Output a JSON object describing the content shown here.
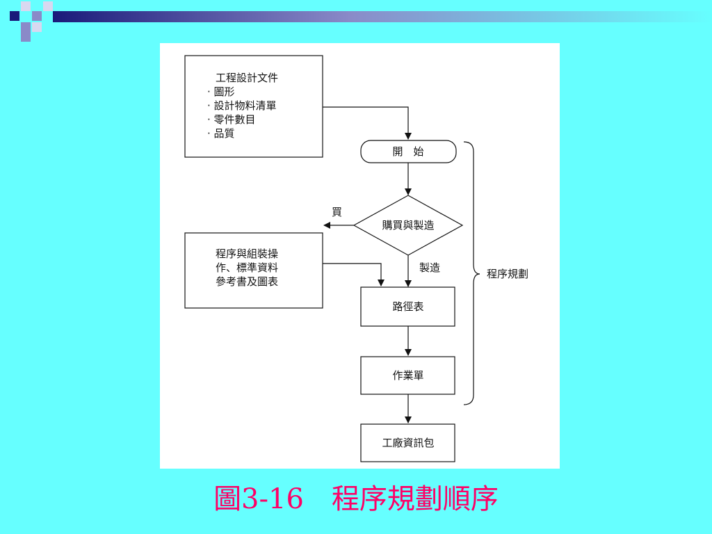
{
  "colors": {
    "background": "#66FFFF",
    "panel": "#FFFFFF",
    "caption": "#FF0066",
    "deco_dark": "#1A1A7A",
    "deco_mid": "#8A8AC8",
    "deco_light": "#D8D8F0"
  },
  "diagram": {
    "design_docs": {
      "title": "工程設計文件",
      "items": [
        "· 圖形",
        "· 設計物料清單",
        "· 零件數目",
        "· 品質"
      ]
    },
    "start": "開　始",
    "decision": "購買與製造",
    "buy_label": "買",
    "make_label": "製造",
    "reference": {
      "lines": [
        "程序與組裝操",
        "作、標準資料",
        "參考書及圖表"
      ]
    },
    "routing": "路徑表",
    "work_order": "作業單",
    "factory_package": "工廠資訊包",
    "bracket_label": "程序規劃"
  },
  "caption": "圖3-16　程序規劃順序"
}
